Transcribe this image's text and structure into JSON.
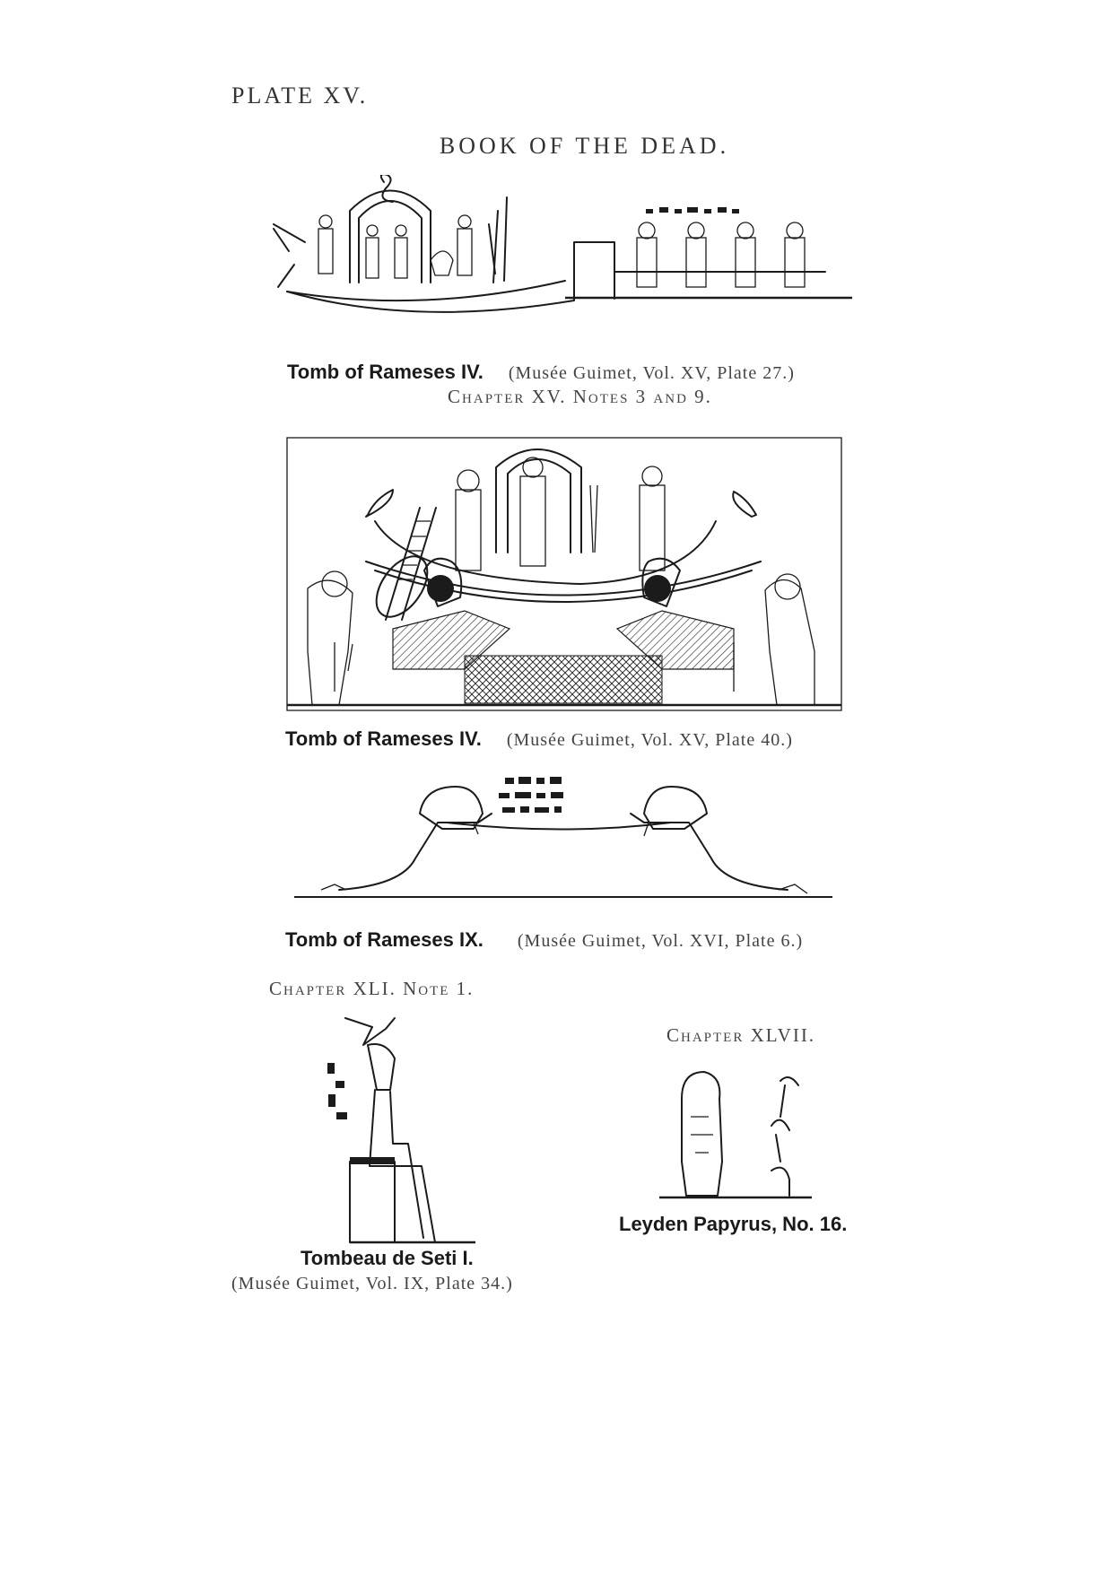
{
  "header": {
    "plate": "PLATE XV.",
    "title": "BOOK OF THE DEAD."
  },
  "figures": [
    {
      "caption_main": "Tomb of Rameses IV.",
      "caption_source": "(Musée Guimet, Vol. XV, Plate 27.)",
      "chapter_note": "Chapter XV. Notes 3 and 9."
    },
    {
      "caption_main": "Tomb of Rameses IV.",
      "caption_source": "(Musée Guimet, Vol. XV, Plate 40.)"
    },
    {
      "caption_main": "Tomb of Rameses IX.",
      "caption_source": "(Musée Guimet, Vol. XVI, Plate 6.)"
    },
    {
      "chapter_note": "Chapter XLI. Note 1.",
      "caption_main": "Tombeau de Seti I.",
      "caption_source": "(Musée Guimet, Vol. IX, Plate 34.)"
    },
    {
      "chapter_note": "Chapter XLVII.",
      "caption_main": "Leyden Papyrus, No. 16."
    }
  ]
}
